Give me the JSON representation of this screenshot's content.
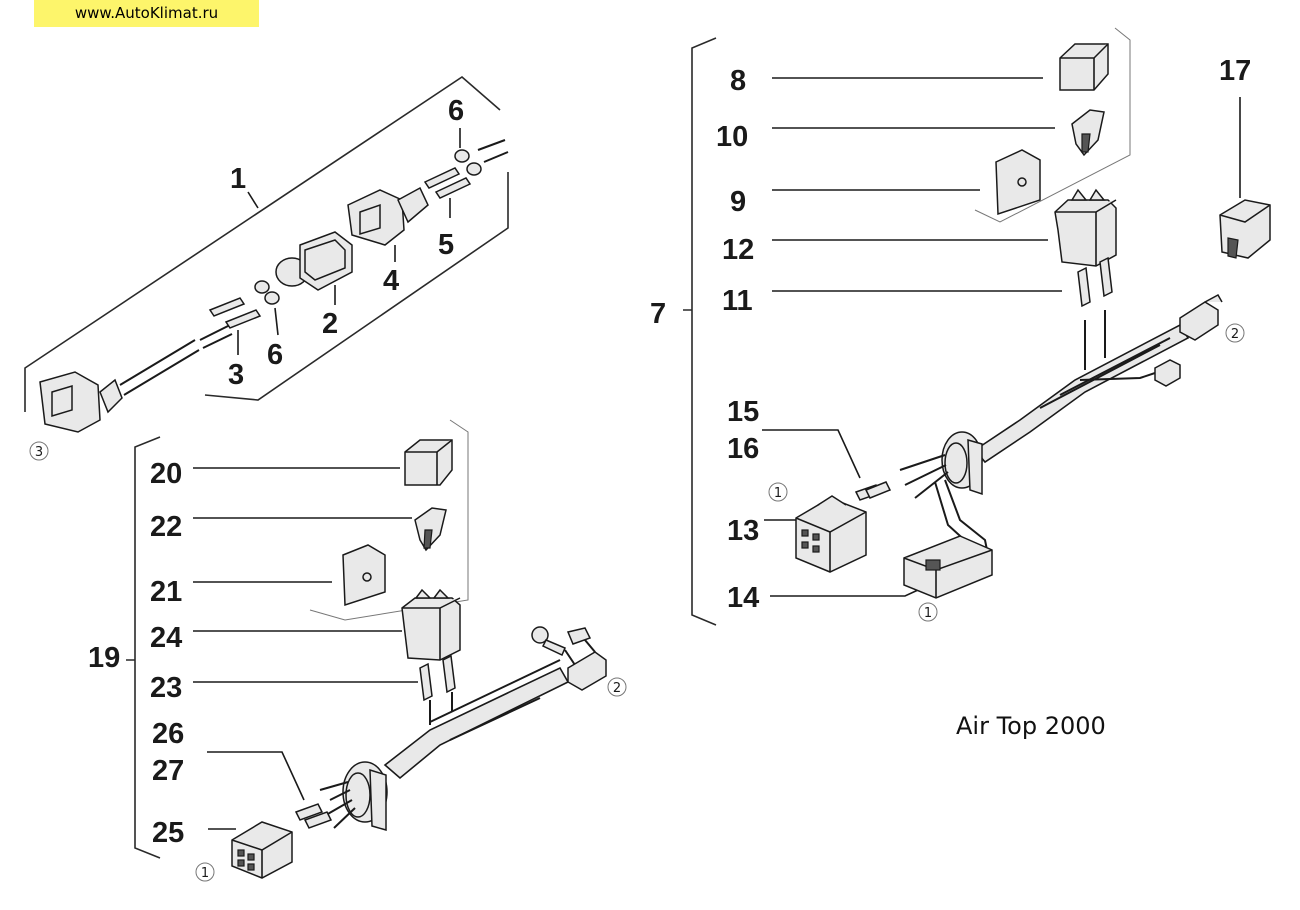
{
  "watermark": "www.AutoKlimat.ru",
  "caption": "Air Top 2000",
  "labels": {
    "l1": "1",
    "l2": "2",
    "l3": "3",
    "l4": "4",
    "l5": "5",
    "l6a": "6",
    "l6b": "6",
    "l7": "7",
    "l8": "8",
    "l9": "9",
    "l10": "10",
    "l11": "11",
    "l12": "12",
    "l13": "13",
    "l14": "14",
    "l15": "15",
    "l16": "16",
    "l17": "17",
    "l19": "19",
    "l20": "20",
    "l21": "21",
    "l22": "22",
    "l23": "23",
    "l24": "24",
    "l25": "25",
    "l26": "26",
    "l27": "27"
  },
  "connector_refs": {
    "c1a": "1",
    "c1b": "1",
    "c1c": "1",
    "c2a": "2",
    "c2b": "2",
    "c3": "3"
  }
}
